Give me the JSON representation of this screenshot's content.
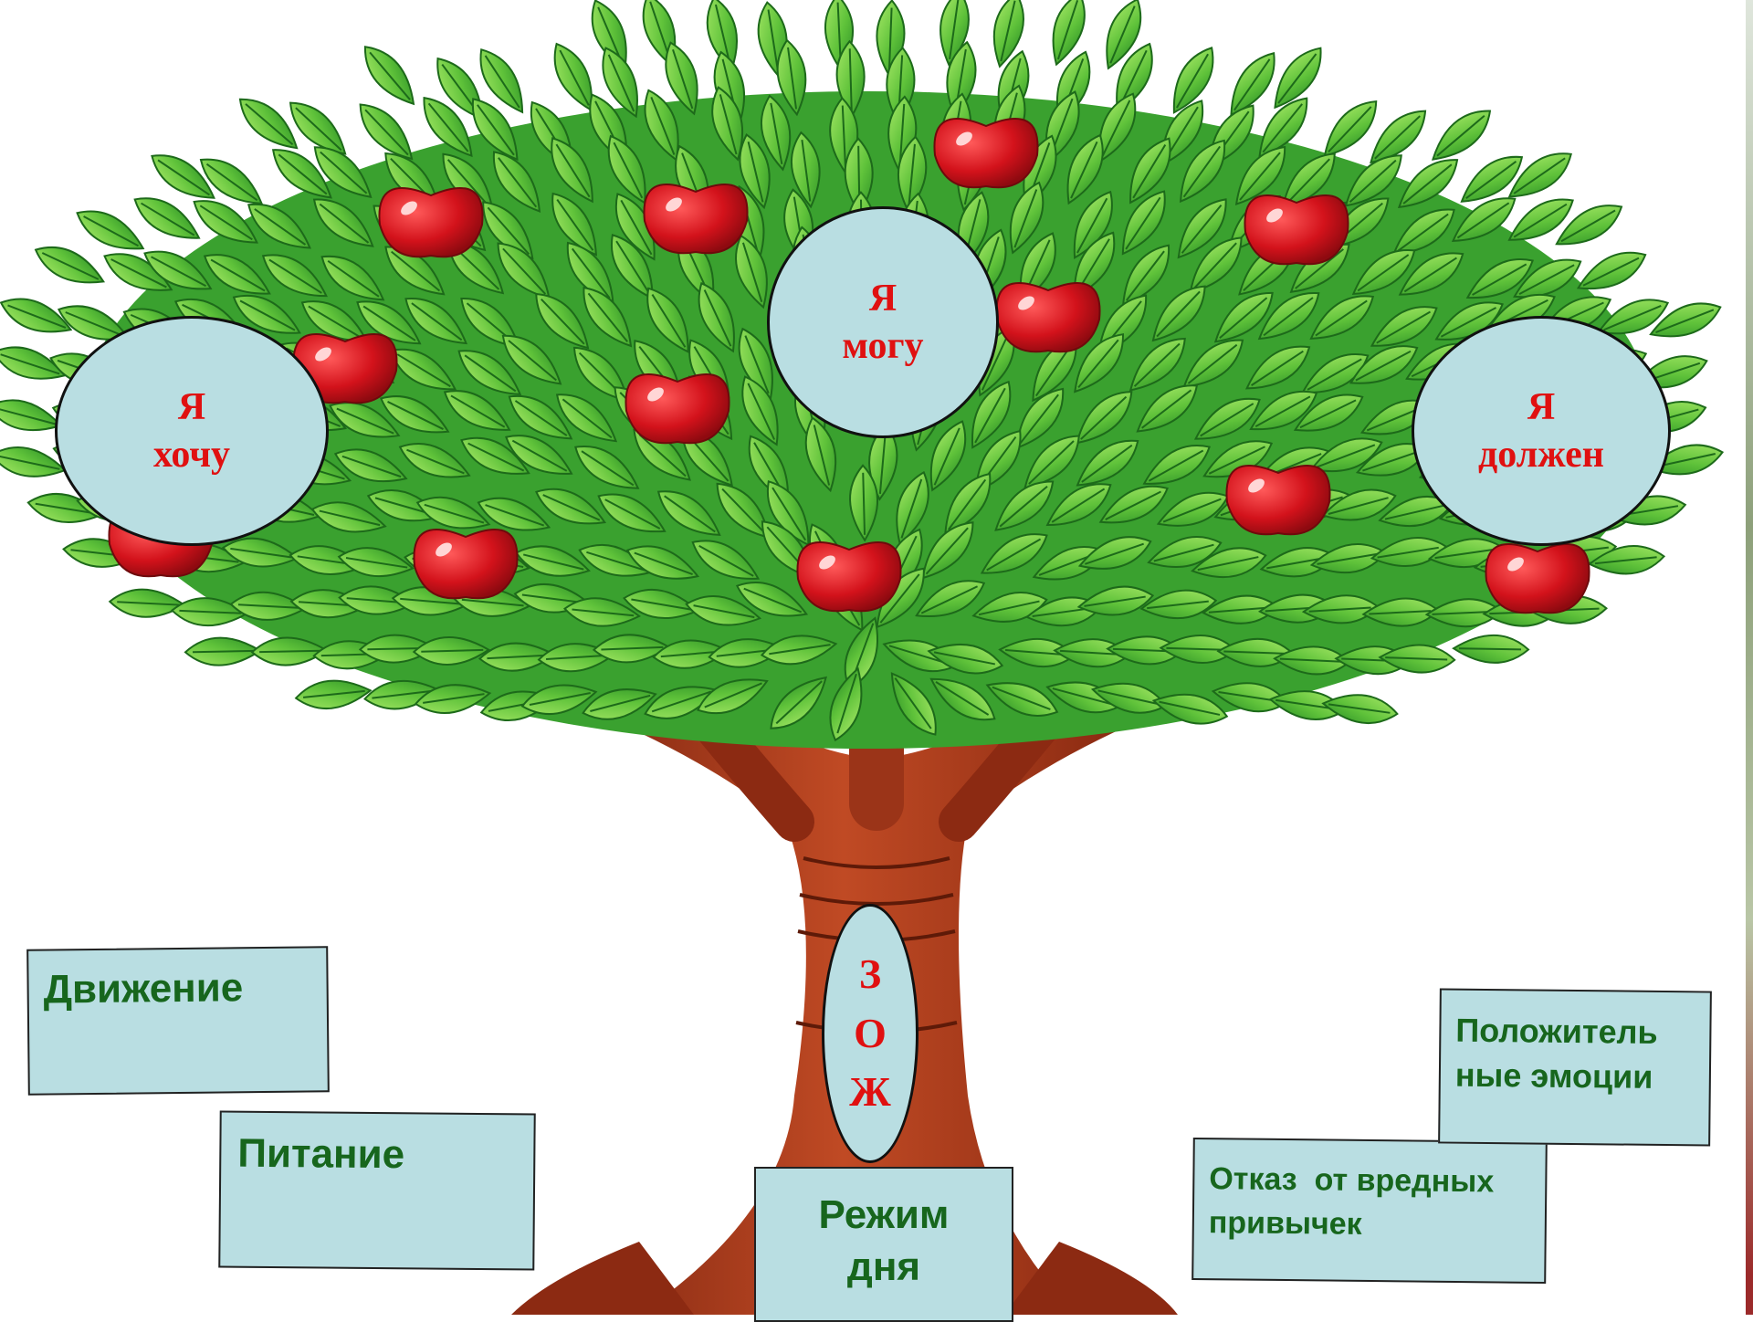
{
  "bubbles": {
    "want": {
      "line1": "Я",
      "line2": "хочу"
    },
    "can": {
      "line1": "Я",
      "line2": "могу"
    },
    "must": {
      "line1": "Я",
      "line2": "должен"
    },
    "zozh": {
      "letters": [
        "З",
        "О",
        "Ж"
      ]
    }
  },
  "cards": {
    "movement": {
      "text": "Движение"
    },
    "nutrition": {
      "text": "Питание"
    },
    "routine": {
      "line1": "Режим",
      "line2": "дня"
    },
    "habits": {
      "line1": "Отказ  от вредных",
      "line2": "привычек"
    },
    "emotions": {
      "line1": "Положитель",
      "line2": "ные эмоции"
    }
  },
  "colors": {
    "bubble_fill": "#b9dee2",
    "bubble_text": "#e01010",
    "card_text": "#17661d",
    "leaf_light": "#8fdc55",
    "leaf_dark": "#2e9a2a",
    "trunk": "#a3351a",
    "apple": "#d3121b"
  }
}
